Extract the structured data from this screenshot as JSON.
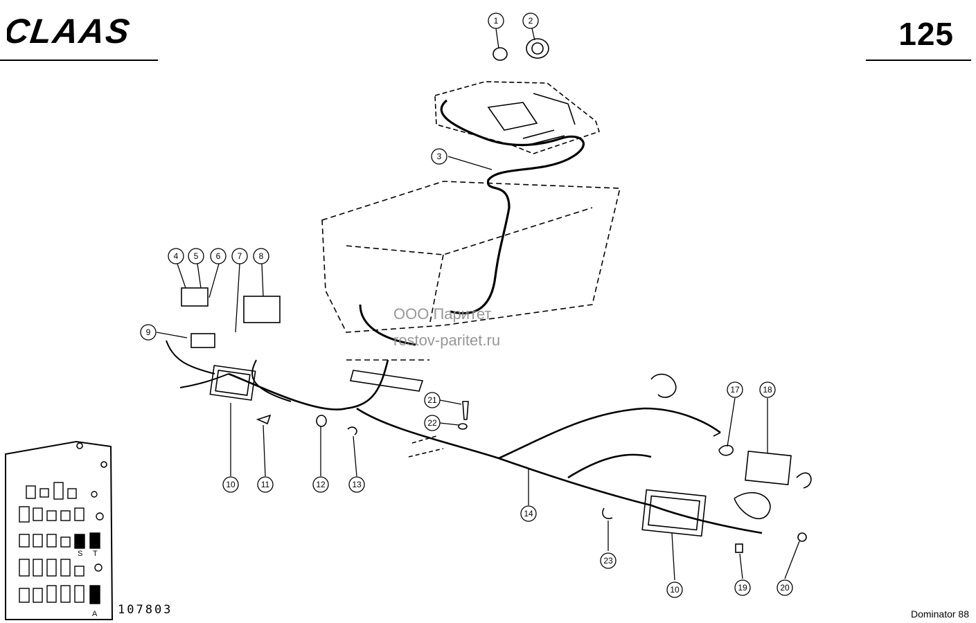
{
  "header": {
    "brand": "CLAAS",
    "page_number": "125"
  },
  "footer": {
    "drawing_number": "107803",
    "model": "Dominator 88"
  },
  "watermark": {
    "line1": "ООО Паритет",
    "line2": "rostov-paritet.ru"
  },
  "callouts": [
    "1",
    "2",
    "3",
    "4",
    "5",
    "6",
    "7",
    "8",
    "9",
    "10",
    "11",
    "12",
    "13",
    "14",
    "17",
    "18",
    "19",
    "20",
    "21",
    "22",
    "23",
    "10"
  ],
  "fuse_panel": {
    "label_s": "S",
    "label_t": "T",
    "label_a": "A"
  }
}
